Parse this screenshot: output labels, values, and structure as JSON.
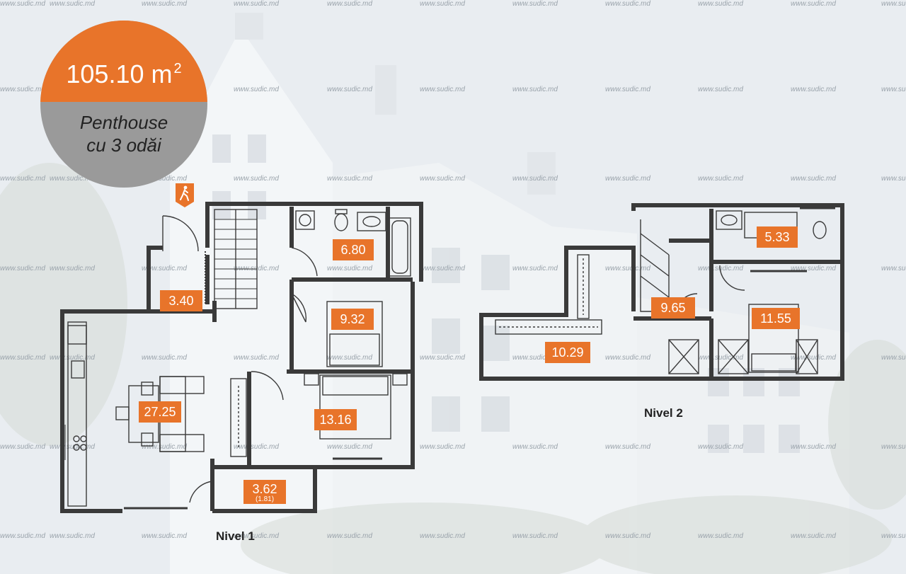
{
  "badge": {
    "area": "105.10 m",
    "area_sup": "2",
    "line1": "Penthouse",
    "line2": "cu 3 odăi",
    "accent": "#e8742a",
    "lower": "#9a9a9a"
  },
  "watermark": "www.sudic.md",
  "levels": [
    {
      "label": "Nivel 1",
      "rooms": [
        "6.80",
        "3.40",
        "9.32",
        "27.25",
        "13.16",
        "3.62"
      ],
      "balcony_sub": "(1.81)"
    },
    {
      "label": "Nivel 2",
      "rooms": [
        "5.33",
        "9.65",
        "11.55",
        "10.29"
      ]
    }
  ],
  "icons": [
    "exit-person-icon"
  ],
  "colors": {
    "wall": "#3a3a3a",
    "tag": "#e8742a",
    "background": "#e9edf1"
  }
}
